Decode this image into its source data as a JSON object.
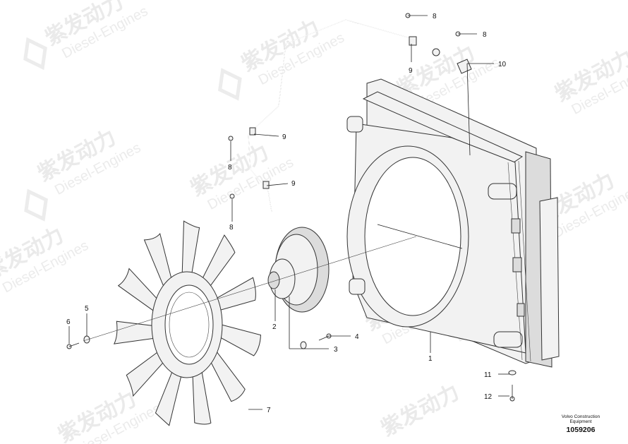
{
  "watermark": {
    "brand": "紫发动力",
    "sub": "Diesel-Engines"
  },
  "callouts": {
    "c1": "1",
    "c2": "2",
    "c3": "3",
    "c4": "4",
    "c5": "5",
    "c6": "6",
    "c7": "7",
    "c8a": "8",
    "c8b": "8",
    "c8c": "8",
    "c8d": "8",
    "c9a": "9",
    "c9b": "9",
    "c9c": "9",
    "c10": "10",
    "c11": "11",
    "c12": "12"
  },
  "footer": {
    "source": "Volvo Construction Equipment",
    "doc_number": "1059206"
  }
}
